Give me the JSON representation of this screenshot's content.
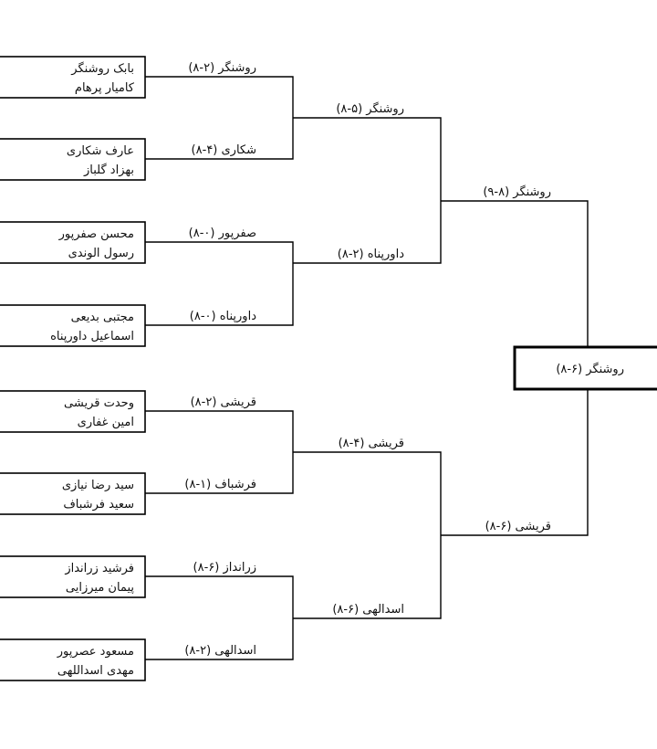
{
  "teams": [
    {
      "p1": "بابک روشنگر",
      "p2": "کامیار پرهام"
    },
    {
      "p1": "عارف شکاری",
      "p2": "بهزاد گلباز"
    },
    {
      "p1": "محسن صفرپور",
      "p2": "رسول الوندی"
    },
    {
      "p1": "مجتبی بدیعی",
      "p2": "اسماعیل داورپناه"
    },
    {
      "p1": "وحدت قریشی",
      "p2": "امین غفاری"
    },
    {
      "p1": "سید رضا نیازی",
      "p2": "سعید فرشباف"
    },
    {
      "p1": "فرشید زرانداز",
      "p2": "پیمان میرزایی"
    },
    {
      "p1": "مسعود عصرپور",
      "p2": "مهدی اسداللهی"
    }
  ],
  "round1": [
    "روشنگر (۲-۸)",
    "شکاری (۴-۸)",
    "صفرپور (۰-۸)",
    "داورپناه (۰-۸)",
    "قریشی (۲-۸)",
    "فرشباف (۱-۸)",
    "زرانداز (۶-۸)",
    "اسدالهی (۲-۸)"
  ],
  "round2": [
    "روشنگر (۵-۸)",
    "داورپناه (۲-۸)",
    "قریشی (۴-۸)",
    "اسدالهی (۶-۸)"
  ],
  "round3": [
    "روشنگر (۸-۹)",
    "قریشی (۶-۸)"
  ],
  "champion": "روشنگر (۶-۸)"
}
